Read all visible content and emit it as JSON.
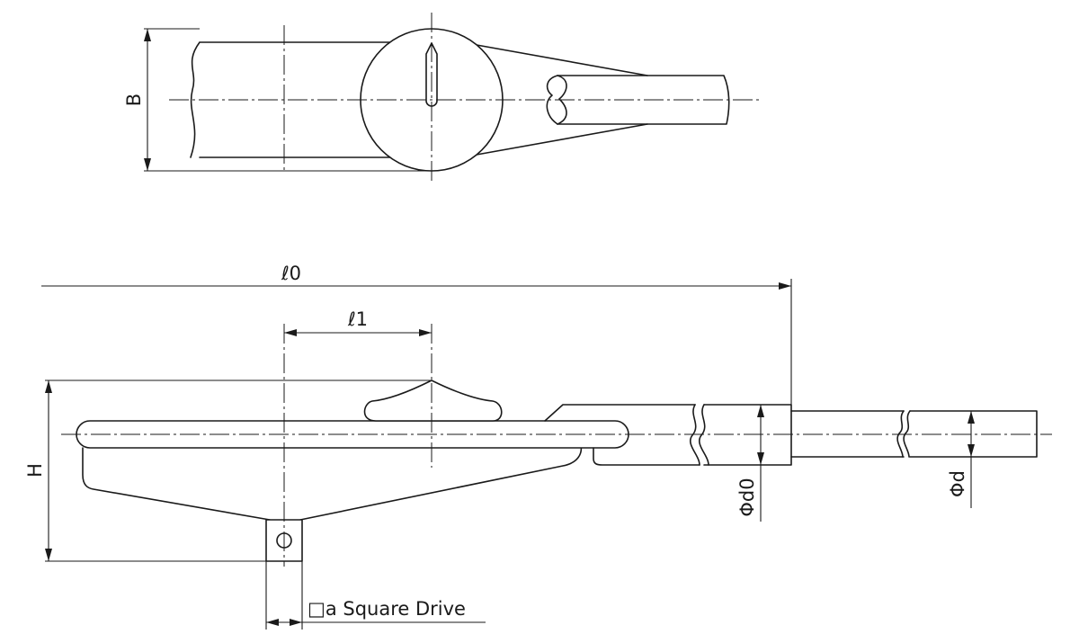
{
  "labels": {
    "width": "B",
    "overall_length": "ℓ0",
    "pivot_length": "ℓ1",
    "height": "H",
    "shaft_diameter": "Φd0",
    "tube_diameter": "Φd",
    "square_drive": "□a Square Drive"
  }
}
